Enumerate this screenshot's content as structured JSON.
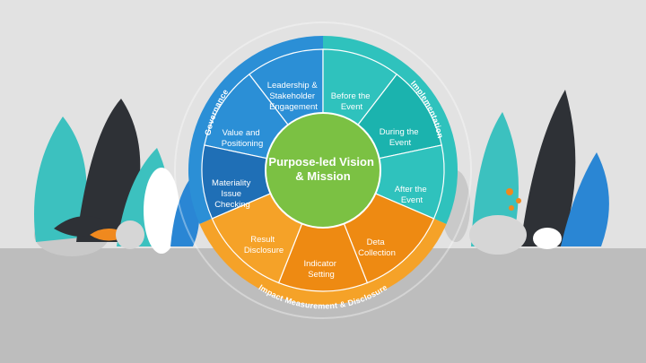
{
  "center": {
    "line1": "Purpose-led Vision",
    "line2": "& Mission",
    "color": "#7bc143"
  },
  "rings": {
    "governance": {
      "title": "Governance",
      "color": "#2b8fd6",
      "segments": [
        {
          "lines": [
            "Leadership &",
            "Stakeholder",
            "Engagement"
          ]
        },
        {
          "lines": [
            "Value and",
            "Positioning"
          ]
        },
        {
          "lines": [
            "Materiality",
            "Issue",
            "Checking"
          ]
        }
      ]
    },
    "implementation": {
      "title": "Implementation",
      "color": "#2fc2bd",
      "segments": [
        {
          "lines": [
            "Before the",
            "Event"
          ]
        },
        {
          "lines": [
            "During the",
            "Event"
          ]
        },
        {
          "lines": [
            "After the",
            "Event"
          ]
        }
      ]
    },
    "impact": {
      "title": "Impact Measurement & Disclosure",
      "color": "#f5a228",
      "segments": [
        {
          "lines": [
            "Deta",
            "Collection"
          ]
        },
        {
          "lines": [
            "Indicator",
            "Setting"
          ]
        },
        {
          "lines": [
            "Result",
            "Disclosure"
          ]
        }
      ]
    }
  },
  "decor": {
    "leaf_teal": "#3cc1bf",
    "leaf_dark": "#2e3136",
    "leaf_blue": "#2a86d4",
    "accent_orange": "#f0891e",
    "ground": "#bdbdbd"
  }
}
